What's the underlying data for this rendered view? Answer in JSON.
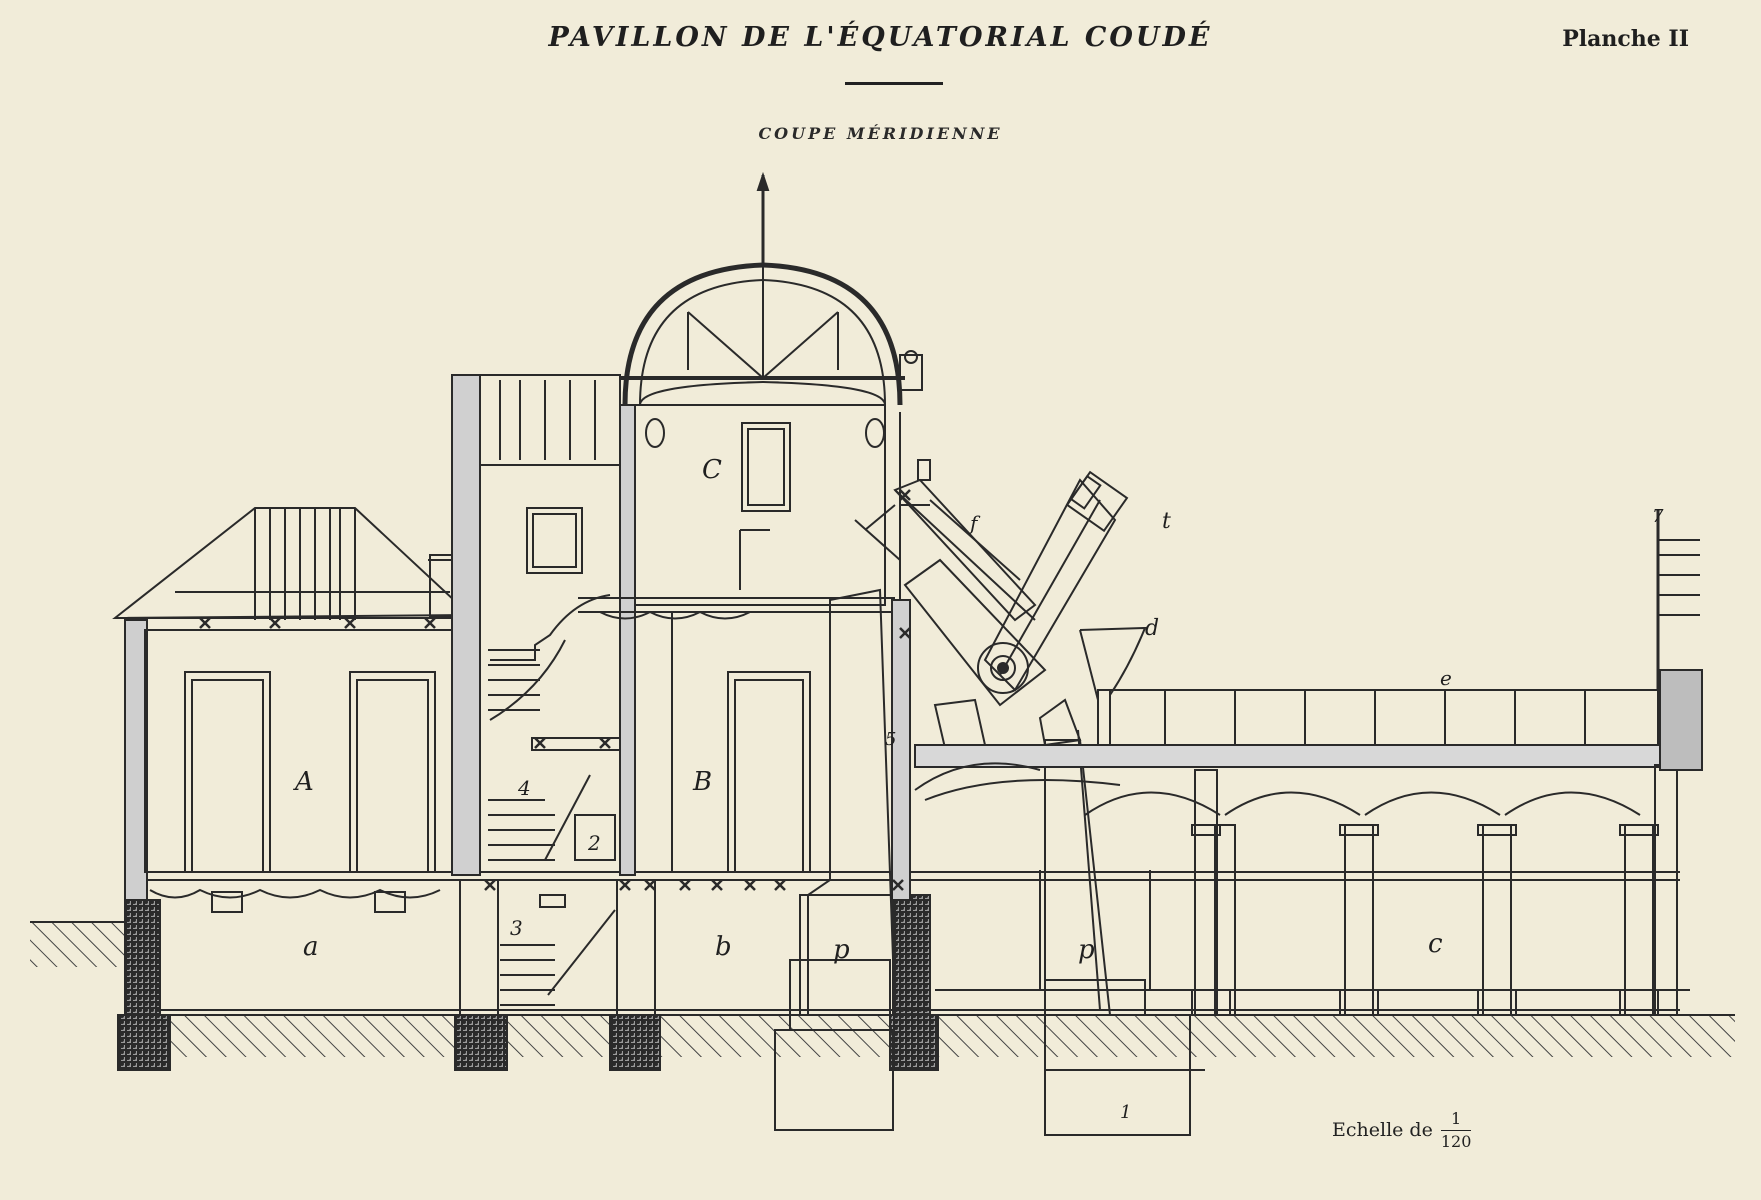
{
  "header": {
    "title": "PAVILLON DE L'ÉQUATORIAL COUDÉ",
    "plate": "Planche II",
    "subtitle": "COUPE MÉRIDIENNE"
  },
  "labels": {
    "A": "A",
    "B": "B",
    "C": "C",
    "a": "a",
    "b": "b",
    "c": "c",
    "p1": "p",
    "p2": "p",
    "d": "d",
    "e": "e",
    "f": "f",
    "t": "t",
    "n1": "1",
    "n2": "2",
    "n3": "3",
    "n4": "4",
    "n5": "5",
    "n7": "7"
  },
  "scale": {
    "prefix": "Echelle de",
    "numerator": "1",
    "denominator": "120"
  },
  "colors": {
    "paper": "#f1ecd9",
    "ink": "#2a2a2a",
    "hatch": "#8a8a8a"
  }
}
